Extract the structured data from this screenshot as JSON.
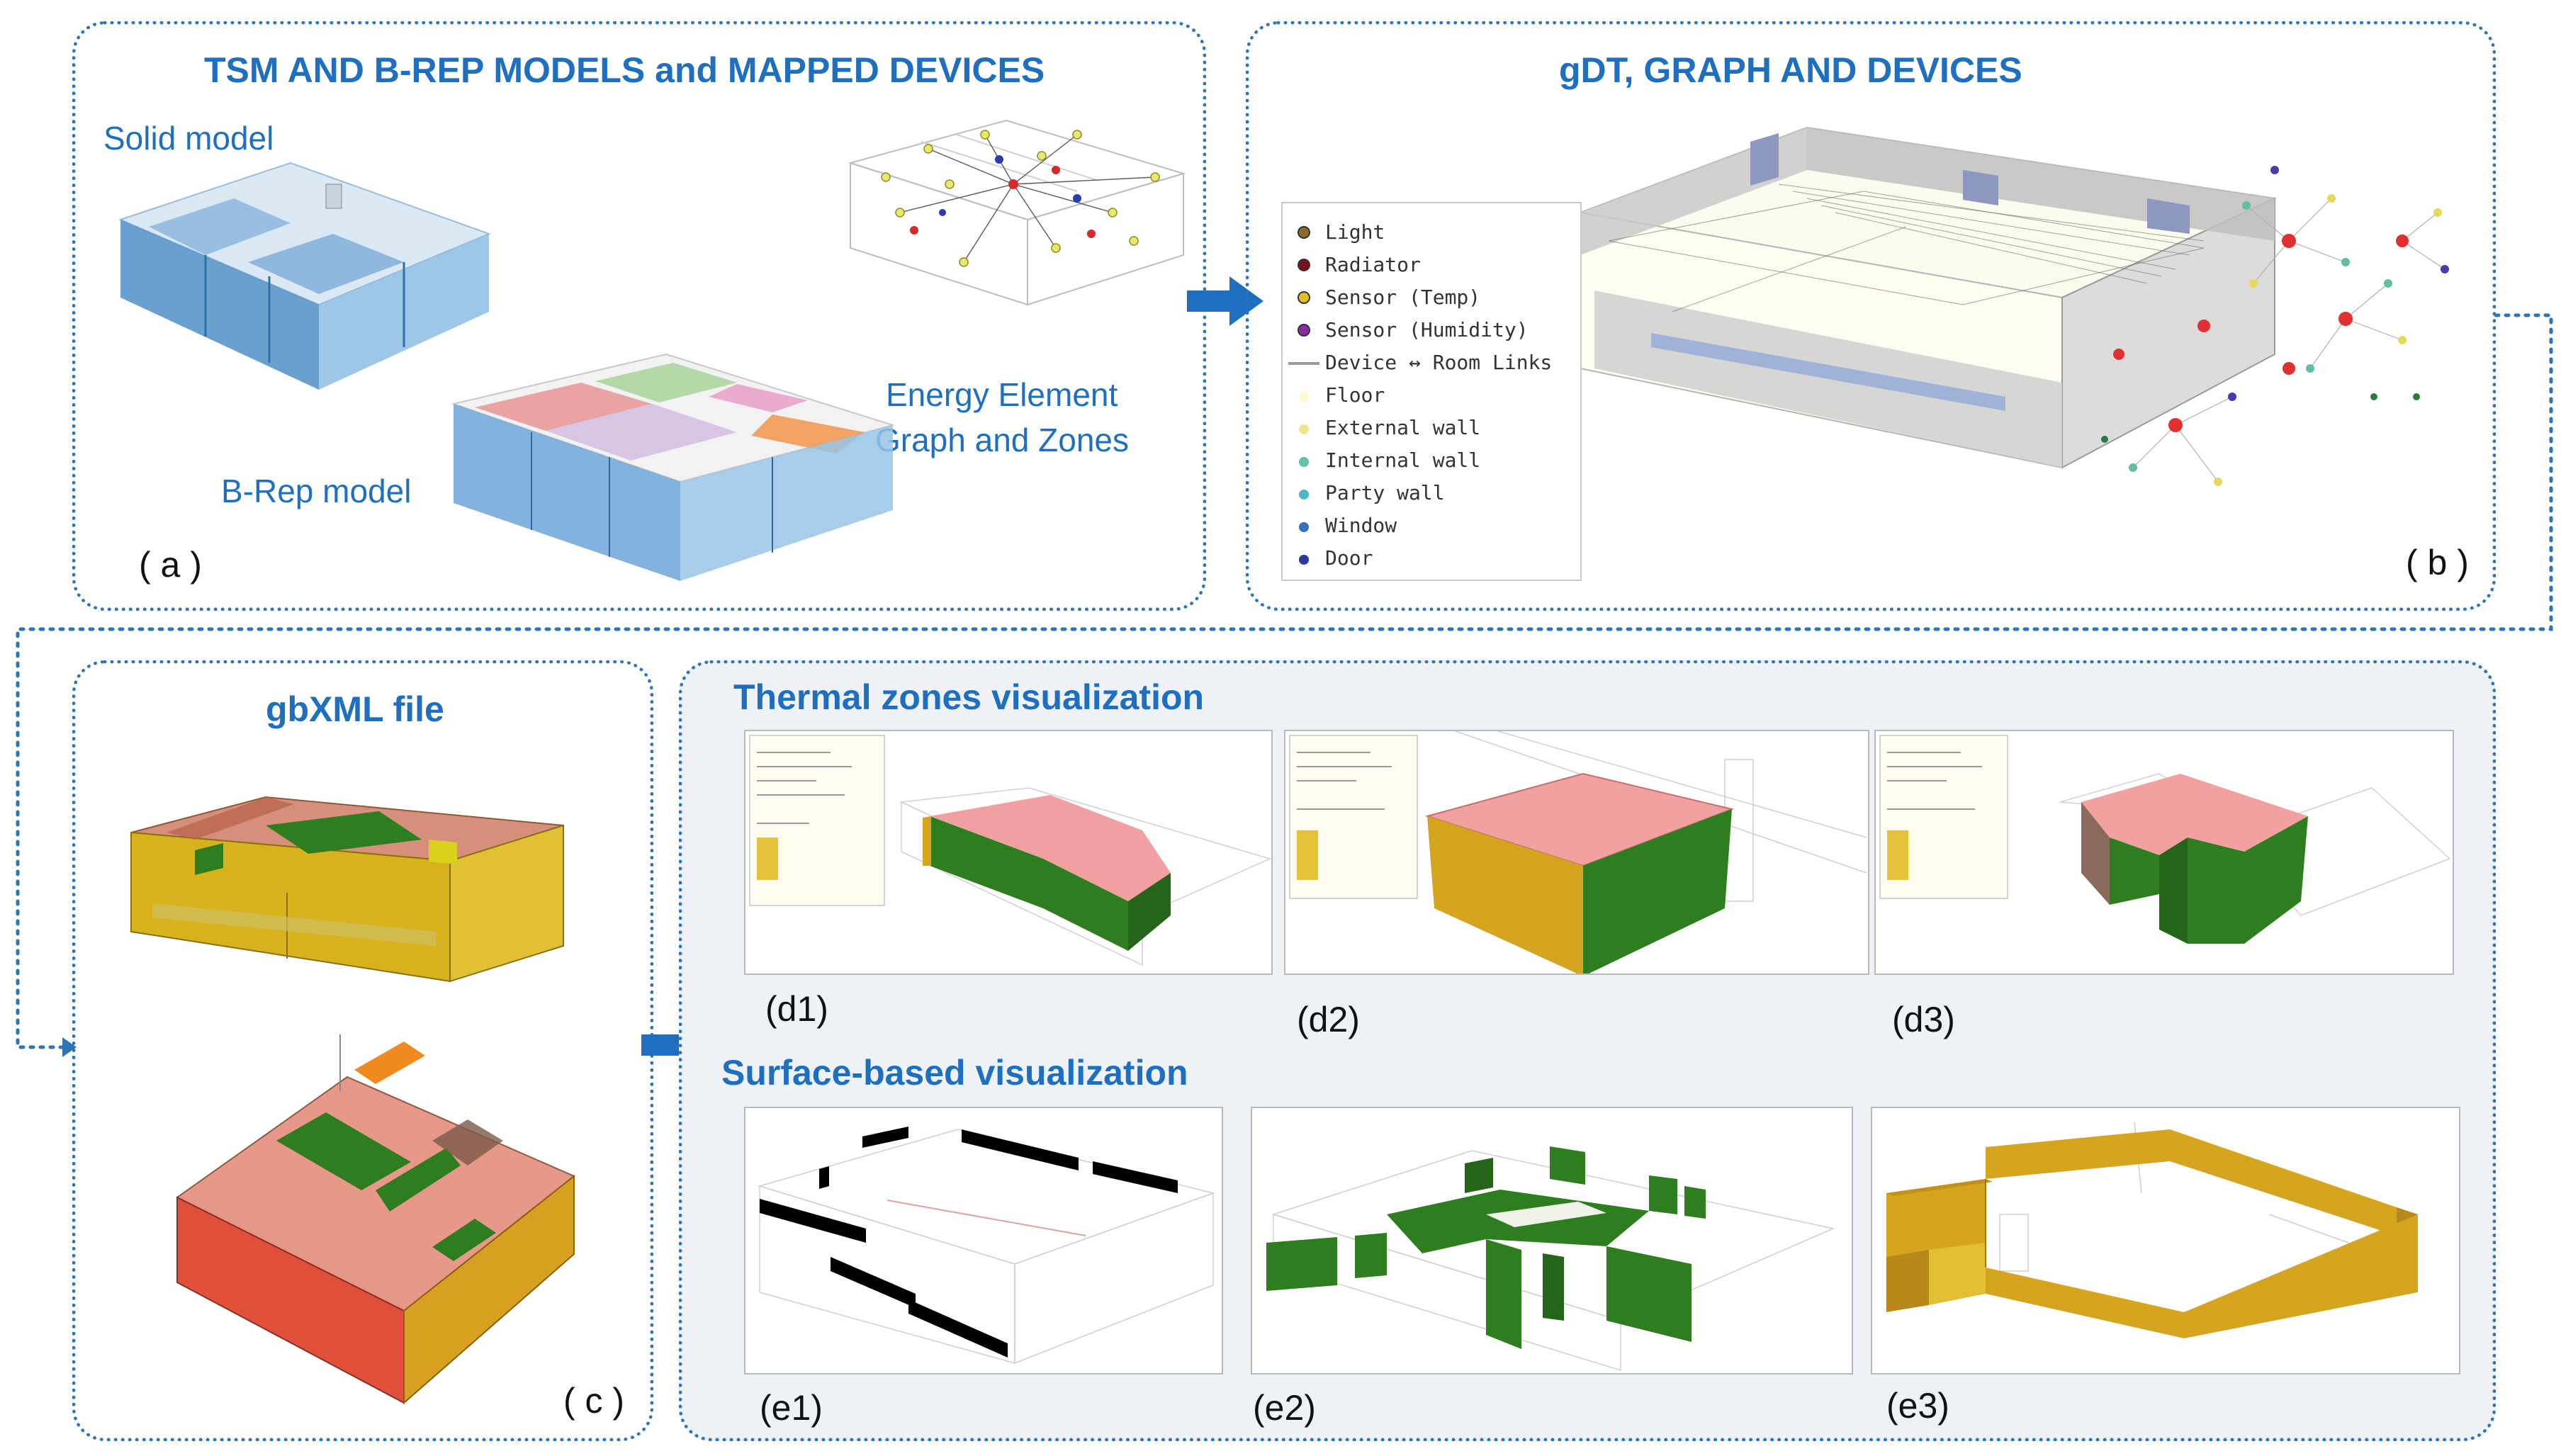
{
  "panel_a": {
    "title": "TSM AND B-REP MODELS and MAPPED DEVICES",
    "solid_label": "Solid model",
    "brep_label": "B-Rep model",
    "graph_label_1": "Energy Element",
    "graph_label_2": "Graph and Zones",
    "tag": "( a )"
  },
  "panel_b": {
    "title": "gDT, GRAPH  AND DEVICES",
    "tag": "( b )",
    "legend": [
      {
        "label": "Light",
        "color": "#8b6a2a",
        "kind": "dot"
      },
      {
        "label": "Radiator",
        "color": "#7a1020",
        "kind": "dot"
      },
      {
        "label": "Sensor (Temp)",
        "color": "#e0c020",
        "kind": "dot"
      },
      {
        "label": "Sensor (Humidity)",
        "color": "#8a2aa8",
        "kind": "dot"
      },
      {
        "label": "Device ↔ Room Links",
        "color": "#999999",
        "kind": "line"
      },
      {
        "label": "Floor",
        "color": "#fff8d0",
        "kind": "dot"
      },
      {
        "label": "External wall",
        "color": "#f0e68c",
        "kind": "dot"
      },
      {
        "label": "Internal wall",
        "color": "#66c2a5",
        "kind": "dot"
      },
      {
        "label": "Party wall",
        "color": "#4ab8c8",
        "kind": "dot"
      },
      {
        "label": "Window",
        "color": "#3a6fc0",
        "kind": "dot"
      },
      {
        "label": "Door",
        "color": "#2a3a9a",
        "kind": "dot"
      }
    ]
  },
  "panel_c": {
    "title": "gbXML file",
    "tag": "( c )"
  },
  "panel_de": {
    "thermal_title": "Thermal zones visualization",
    "surface_title": "Surface-based visualization",
    "d_tags": [
      "(d1)",
      "(d2)",
      "(d3)"
    ],
    "e_tags": [
      "(e1)",
      "(e2)",
      "(e3)"
    ]
  },
  "colors": {
    "accent": "#1f6fc0",
    "zone_pink": "#f0a0a0",
    "wall_green": "#2e7d1e",
    "wall_gold": "#d6a520",
    "window_black": "#000000"
  }
}
